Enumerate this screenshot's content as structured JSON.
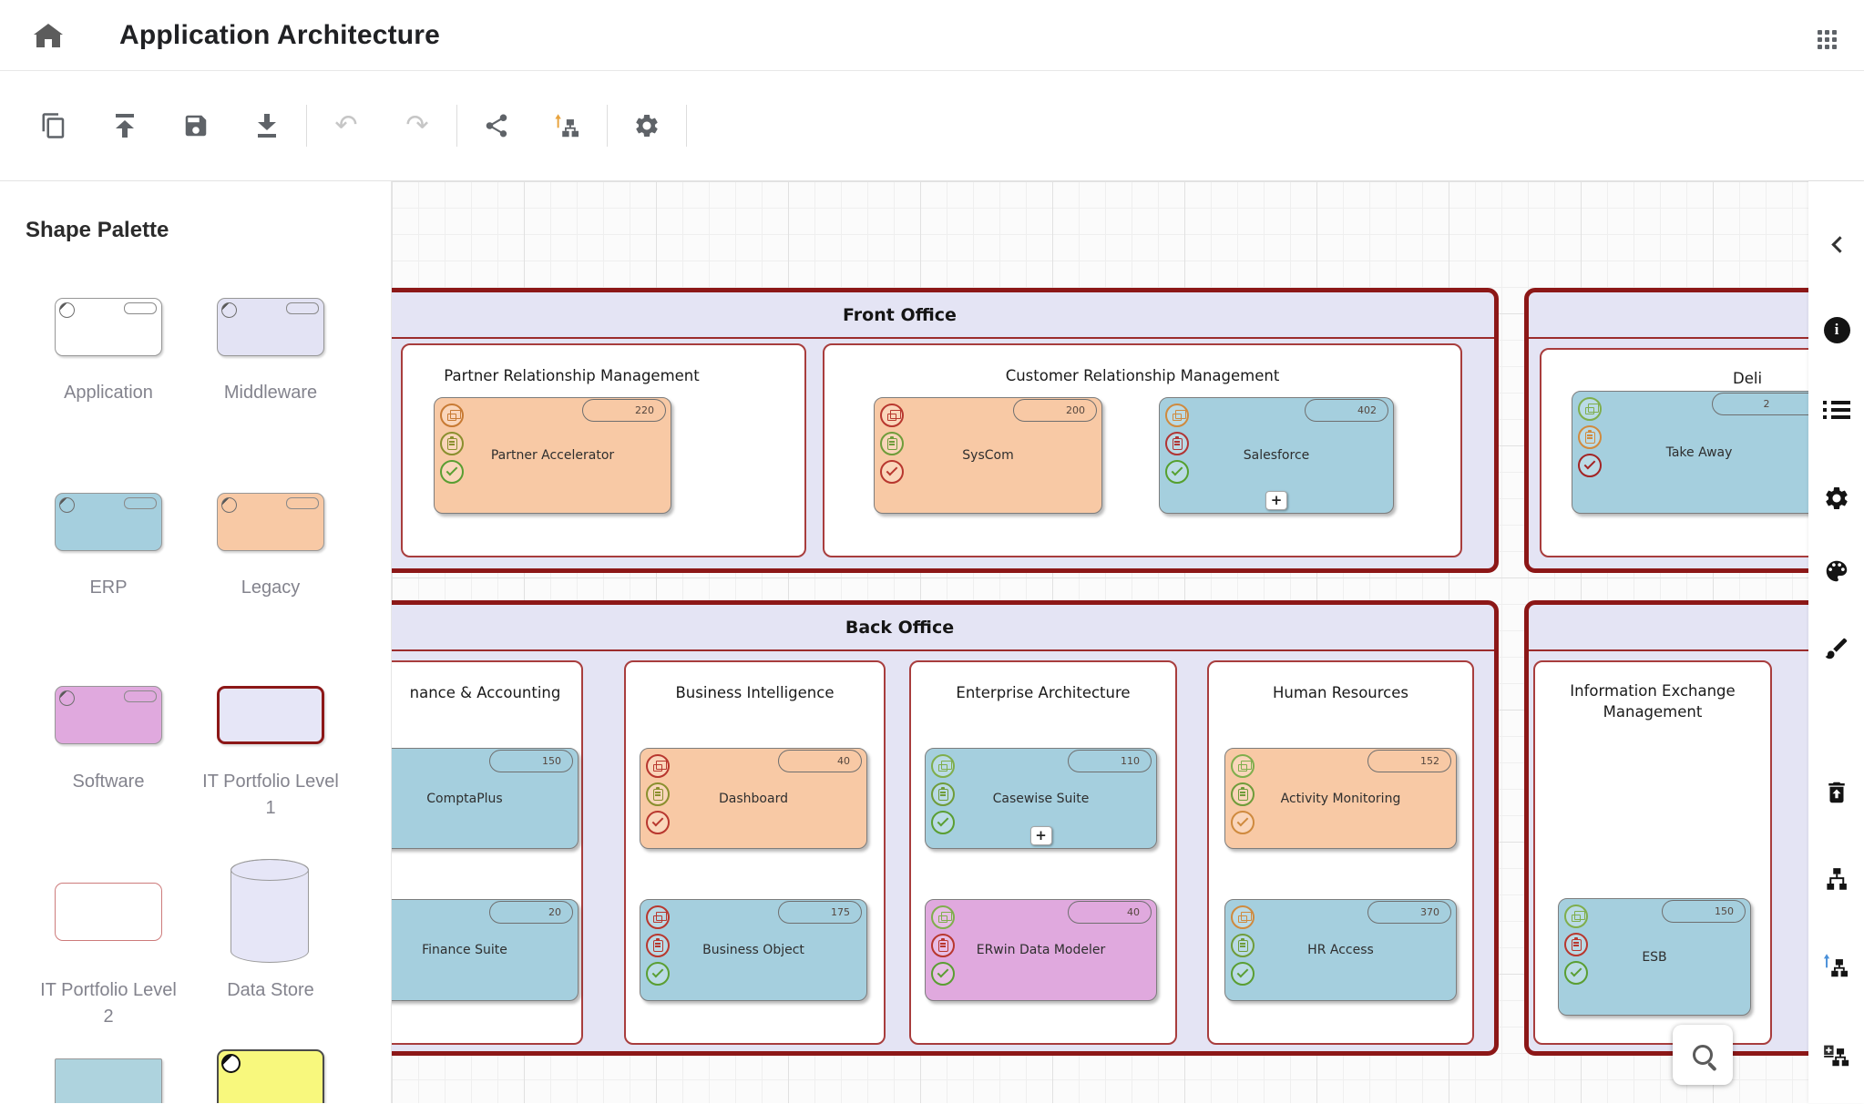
{
  "colors": {
    "zone_border": "#8c1717",
    "group_border": "#a83d3d",
    "zone_fill": "#e4e4f4",
    "teal": "#a5cfde",
    "orange": "#f8c9a5",
    "orchid": "#e0a9de",
    "yellow": "#f8f87d",
    "toolbar_icon": "#5f6368",
    "orange_arrow": "#e8a33d",
    "blue_arrow": "#4a90d9"
  },
  "header": {
    "title": "Application Architecture",
    "icons": [
      "home-icon",
      "apps-grid-icon"
    ]
  },
  "toolbar": {
    "icons": [
      "copy",
      "upload",
      "save",
      "download",
      "undo",
      "redo",
      "share",
      "hierarchy-upload",
      "settings"
    ]
  },
  "palette": {
    "title": "Shape Palette",
    "items": [
      {
        "label": "Application",
        "fill": "#ffffff"
      },
      {
        "label": "Middleware",
        "fill": "#e3e3f4"
      },
      {
        "label": "ERP",
        "fill": "#a5cfde"
      },
      {
        "label": "Legacy",
        "fill": "#f8c9a5"
      },
      {
        "label": "Software",
        "fill": "#e0a9de"
      },
      {
        "label": "IT Portfolio Level 1",
        "fill": "#e6e6f7"
      },
      {
        "label": "IT Portfolio Level 2",
        "fill": "#ffffff"
      },
      {
        "label": "Data Store",
        "fill": "#e6e6f7"
      },
      {
        "label": "",
        "fill": "#aed3de"
      },
      {
        "label": "",
        "fill": "#f8f87d"
      }
    ]
  },
  "canvas": {
    "plus_label": "+",
    "zones": [
      {
        "title": "Front Office"
      },
      {
        "title": "Back Office"
      },
      {
        "title": ""
      },
      {
        "title": ""
      }
    ],
    "groups": [
      {
        "title": "Partner Relationship Management"
      },
      {
        "title": "Customer Relationship Management"
      },
      {
        "title": "Deli"
      },
      {
        "title": "nance & Accounting"
      },
      {
        "title": "Business Intelligence"
      },
      {
        "title": "Enterprise Architecture"
      },
      {
        "title": "Human Resources"
      },
      {
        "title": "Information Exchange Management"
      }
    ],
    "apps": [
      {
        "name": "Partner Accelerator",
        "badge": "220",
        "fill": "#f8c9a5",
        "icons": [
          "#c87a33",
          "#8a8f2e",
          "#5a9e32"
        ]
      },
      {
        "name": "SysCom",
        "badge": "200",
        "fill": "#f8c9a5",
        "icons": [
          "#b8372e",
          "#6f9c3a",
          "#b8372e"
        ]
      },
      {
        "name": "Salesforce",
        "badge": "402",
        "fill": "#a5cfde",
        "icons": [
          "#cf8a3e",
          "#b03535",
          "#55a02e"
        ]
      },
      {
        "name": "Take Away",
        "badge": "2",
        "fill": "#a5cfde",
        "icons": [
          "#7fae4c",
          "#d08a3e",
          "#a32424"
        ]
      },
      {
        "name": "ComptaPlus",
        "badge": "150",
        "fill": "#a5cfde",
        "icons": [
          "#7fae4c",
          "#6f9c3a",
          "#5a9e32"
        ]
      },
      {
        "name": "Finance Suite",
        "badge": "20",
        "fill": "#a5cfde",
        "icons": [
          "#7fae4c",
          "#6f9c3a",
          "#5a9e32"
        ]
      },
      {
        "name": "Dashboard",
        "badge": "40",
        "fill": "#f8c9a5",
        "icons": [
          "#b8372e",
          "#8a8f2e",
          "#b8372e"
        ]
      },
      {
        "name": "Business Object",
        "badge": "175",
        "fill": "#a5cfde",
        "icons": [
          "#b8372e",
          "#b8372e",
          "#5a9e32"
        ]
      },
      {
        "name": "Casewise Suite",
        "badge": "110",
        "fill": "#a5cfde",
        "icons": [
          "#7fae4c",
          "#6f9c3a",
          "#5a9e32"
        ]
      },
      {
        "name": "ERwin Data Modeler",
        "badge": "40",
        "fill": "#e0a9de",
        "icons": [
          "#7fae4c",
          "#b8372e",
          "#5a9e32"
        ]
      },
      {
        "name": "Activity Monitoring",
        "badge": "152",
        "fill": "#f8c9a5",
        "icons": [
          "#7fae4c",
          "#6f9c3a",
          "#cf8a3e"
        ]
      },
      {
        "name": "HR Access",
        "badge": "370",
        "fill": "#a5cfde",
        "icons": [
          "#cf8a3e",
          "#6f9c3a",
          "#5a9e32"
        ]
      },
      {
        "name": "ESB",
        "badge": "150",
        "fill": "#a5cfde",
        "icons": [
          "#7fae4c",
          "#b8372e",
          "#5a9e32"
        ]
      }
    ]
  },
  "sidebar": {
    "icons": [
      "collapse-panel",
      "info",
      "list",
      "settings",
      "palette",
      "brush",
      "trash-restore",
      "hierarchy",
      "hierarchy-up",
      "hierarchy-add"
    ]
  },
  "search": {
    "icon": "magnifier"
  }
}
